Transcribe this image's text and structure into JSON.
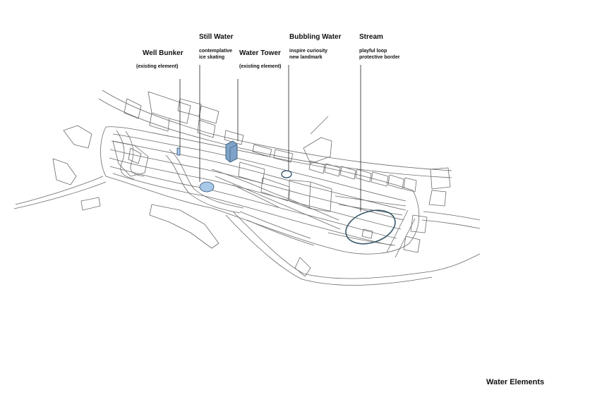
{
  "title": "Water Elements",
  "labels": {
    "well_bunker": {
      "title": "Well Bunker",
      "lines": [
        "(existing element)"
      ]
    },
    "still_water": {
      "title": "Still Water",
      "lines": [
        "contemplative",
        "ice skating"
      ]
    },
    "water_tower": {
      "title": "Water Tower",
      "lines": [
        "(existing element)"
      ]
    },
    "bubbling_water": {
      "title": "Bubbling Water",
      "lines": [
        "inspire curiosity",
        "new landmark"
      ]
    },
    "stream": {
      "title": "Stream",
      "lines": [
        "playful loop",
        "protective border"
      ]
    }
  },
  "colors": {
    "line": "#6a6a6a",
    "water_fill": "#a8c8e8",
    "water_stroke": "#2f4f6f",
    "stream_stroke": "#3a5a6a"
  }
}
